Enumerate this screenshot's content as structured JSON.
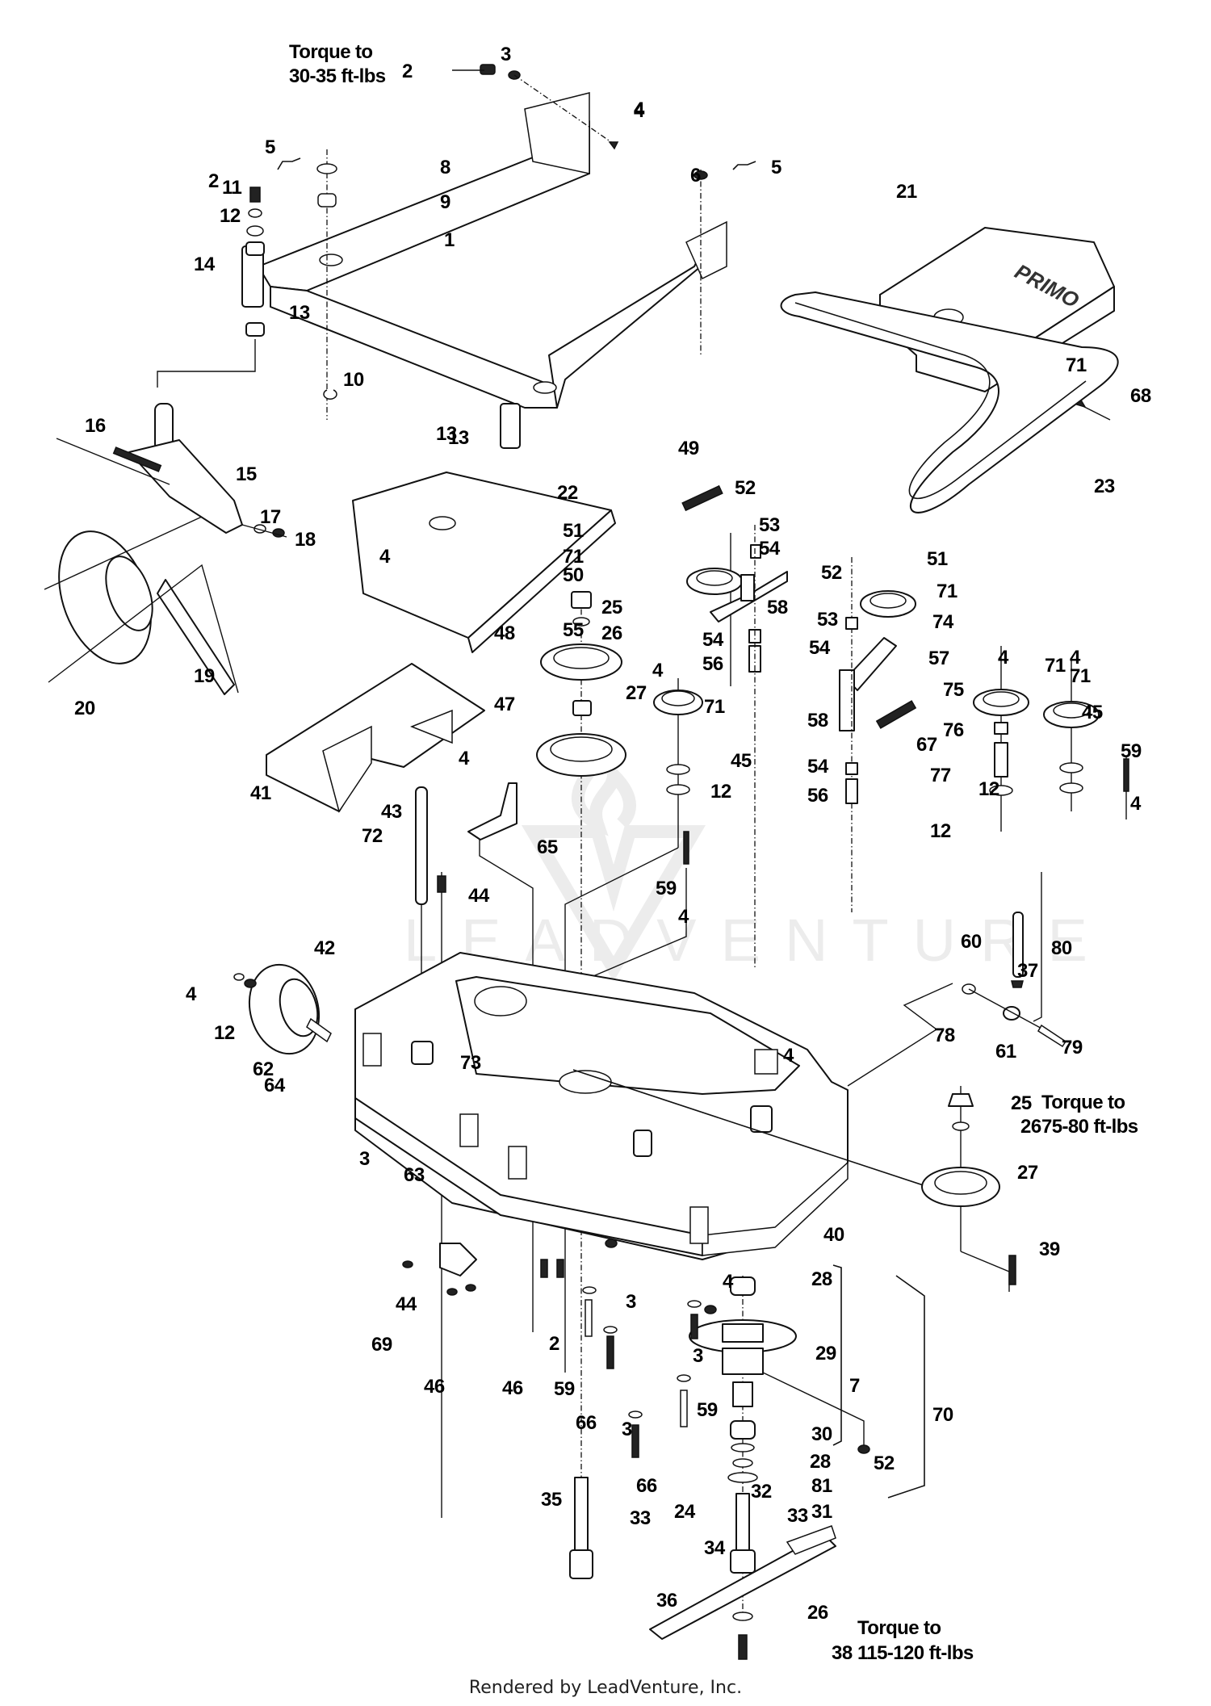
{
  "diagram": {
    "title": "Mower Deck Exploded Parts Diagram",
    "watermark": "LEADVENTURE",
    "cover_logo": "PRIMO",
    "annotations": [
      {
        "id": "torque-30-35",
        "line1": "Torque to",
        "line2": "30-35 ft-lbs"
      },
      {
        "id": "torque-75-80",
        "line1": "Torque to",
        "line2": "75-80 ft-lbs"
      },
      {
        "id": "torque-115-120",
        "line1": "Torque to",
        "line2": "115-120 ft-lbs"
      }
    ],
    "callouts": [
      "2",
      "3",
      "4",
      "5",
      "2",
      "11",
      "12",
      "14",
      "13",
      "8",
      "9",
      "1",
      "6",
      "5",
      "4",
      "13",
      "10",
      "13",
      "21",
      "71",
      "68",
      "23",
      "16",
      "15",
      "17",
      "18",
      "20",
      "19",
      "22",
      "4",
      "49",
      "52",
      "53",
      "54",
      "51",
      "71",
      "50",
      "55",
      "58",
      "54",
      "56",
      "52",
      "51",
      "71",
      "74",
      "53",
      "54",
      "57",
      "58",
      "67",
      "54",
      "56",
      "25",
      "26",
      "48",
      "47",
      "27",
      "4",
      "71",
      "45",
      "12",
      "4",
      "71",
      "75",
      "76",
      "77",
      "12",
      "4",
      "71",
      "45",
      "12",
      "59",
      "4",
      "41",
      "43",
      "4",
      "65",
      "72",
      "44",
      "59",
      "4",
      "42",
      "4",
      "12",
      "62",
      "64",
      "73",
      "3",
      "63",
      "60",
      "37",
      "80",
      "78",
      "61",
      "79",
      "4",
      "25",
      "26",
      "27",
      "40",
      "39",
      "44",
      "69",
      "46",
      "46",
      "2",
      "3",
      "59",
      "66",
      "3",
      "66",
      "24",
      "3",
      "59",
      "4",
      "28",
      "29",
      "7",
      "30",
      "28",
      "32",
      "81",
      "31",
      "52",
      "70",
      "35",
      "33",
      "33",
      "34",
      "36",
      "26",
      "38"
    ]
  },
  "footer": {
    "credit": "Rendered by LeadVenture, Inc."
  }
}
